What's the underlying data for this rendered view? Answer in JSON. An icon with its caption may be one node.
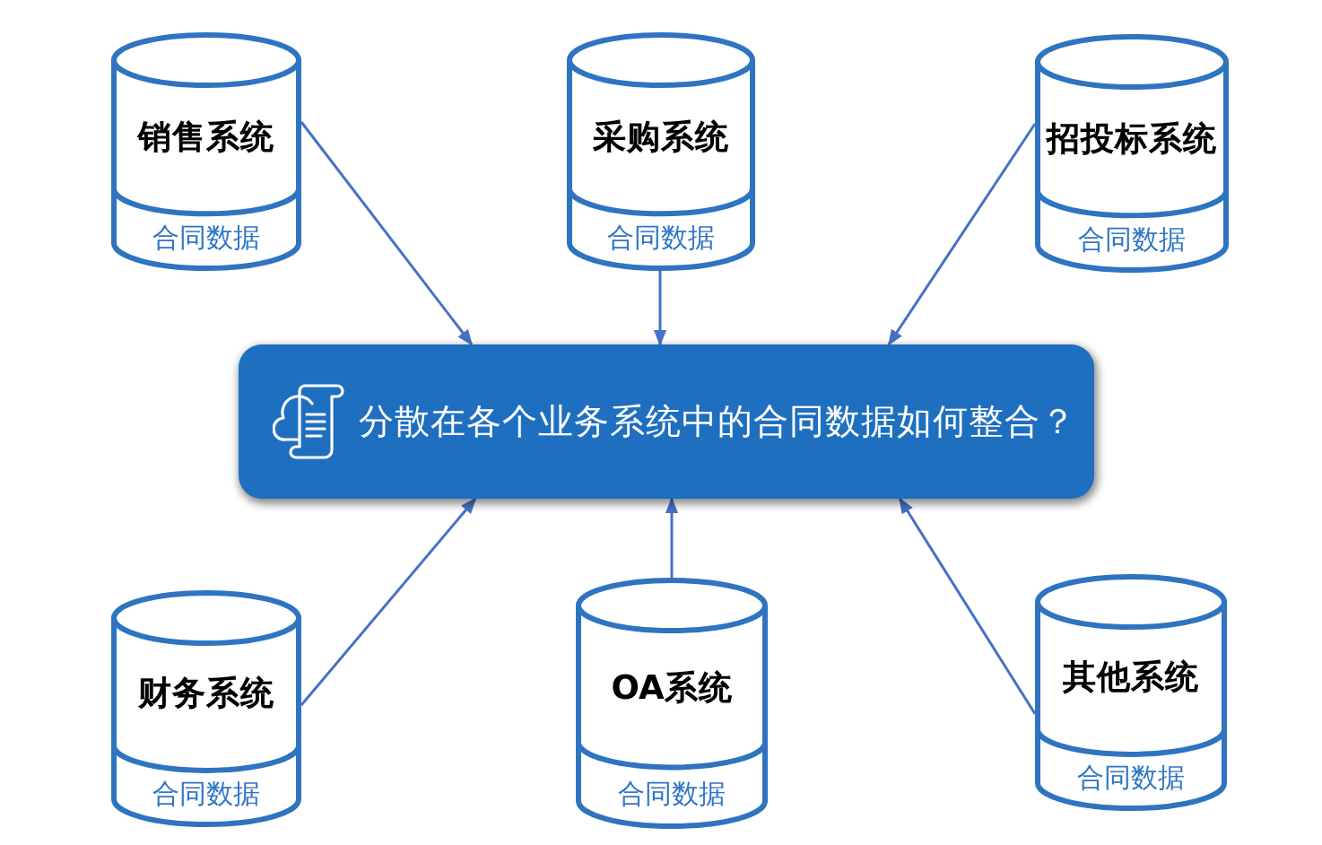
{
  "diagram": {
    "nodes": [
      {
        "text": [
          "销售系统",
          "合同数据"
        ]
      },
      {
        "text": [
          "采购系统",
          "合同数据"
        ]
      },
      {
        "text": [
          "招投标系统",
          "合同数据"
        ]
      },
      {
        "text": [
          "分散在各个业务系统中的合同数据如何整合？"
        ]
      },
      {
        "text": [
          "财务系统",
          "合同数据"
        ]
      },
      {
        "text": [
          "OA系统",
          "合同数据"
        ]
      },
      {
        "text": [
          "其他系统",
          "合同数据"
        ]
      }
    ],
    "edges": [
      {
        "from": 0,
        "to": 3,
        "arrow": "to"
      },
      {
        "from": 1,
        "to": 3,
        "arrow": "to"
      },
      {
        "from": 2,
        "to": 3,
        "arrow": "to"
      },
      {
        "from": 4,
        "to": 3,
        "arrow": "to"
      },
      {
        "from": 5,
        "to": 3,
        "arrow": "to"
      },
      {
        "from": 6,
        "to": 3,
        "arrow": "to"
      }
    ]
  }
}
